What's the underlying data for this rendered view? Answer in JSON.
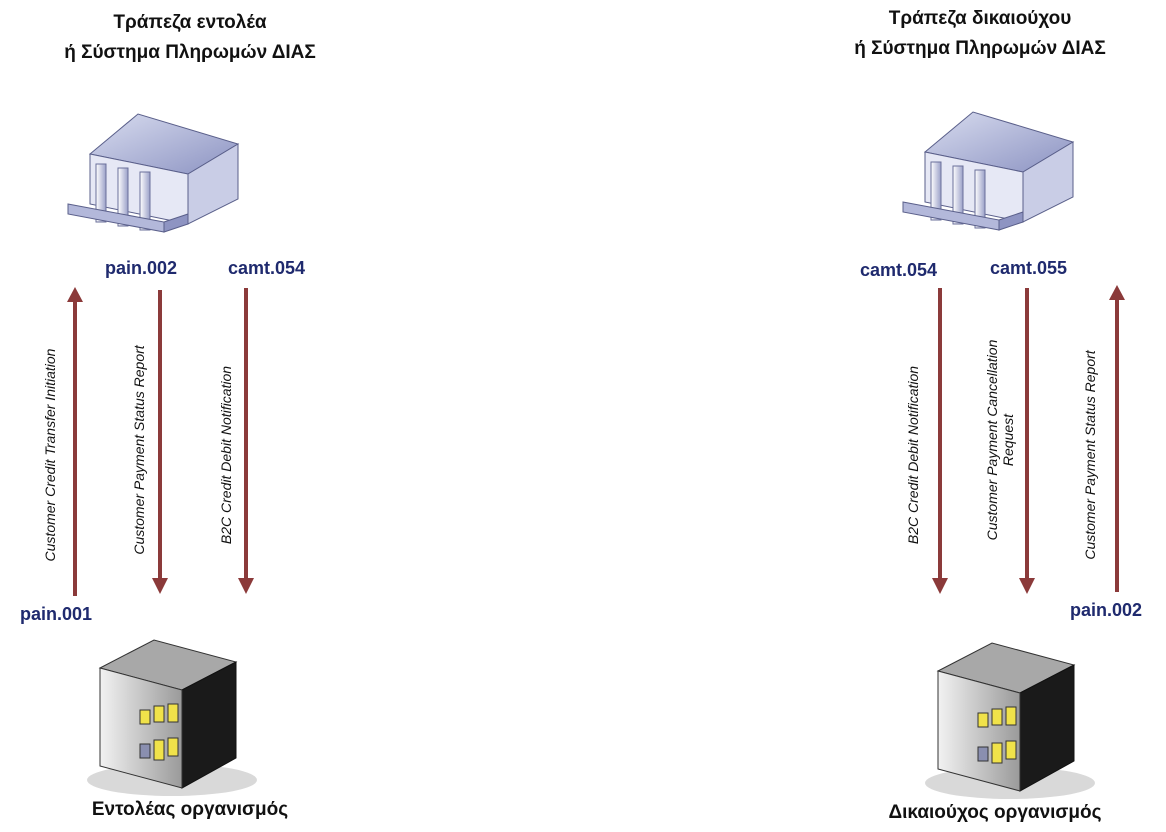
{
  "left": {
    "bank_title": [
      "Τράπεζα εντολέα",
      "ή Σύστημα Πληρωμών ΔΙΑΣ"
    ],
    "org_title": "Εντολέας οργανισμός",
    "codes": {
      "pain001": "pain.001",
      "pain002": "pain.002",
      "camt054": "camt.054"
    },
    "flows": {
      "initiation": [
        "Customer Credit Transfer Initiation"
      ],
      "status": [
        "Customer  Payment Status Report"
      ],
      "notification": [
        "B2C  Credit  Debit Notification"
      ]
    }
  },
  "right": {
    "bank_title": [
      "Τράπεζα δικαιούχου",
      "ή Σύστημα Πληρωμών ΔΙΑΣ"
    ],
    "org_title": "Δικαιούχος οργανισμός",
    "codes": {
      "camt054": "camt.054",
      "camt055": "camt.055",
      "pain002": "pain.002"
    },
    "flows": {
      "notification": [
        "B2C  Credit  Debit Notification"
      ],
      "cancellation": [
        "Customer  Payment  Cancellation",
        "Request"
      ],
      "status": [
        "Customer  Payment Status Report"
      ]
    }
  },
  "colors": {
    "arrow": "#8b3a3a",
    "code": "#1f2a6e"
  }
}
